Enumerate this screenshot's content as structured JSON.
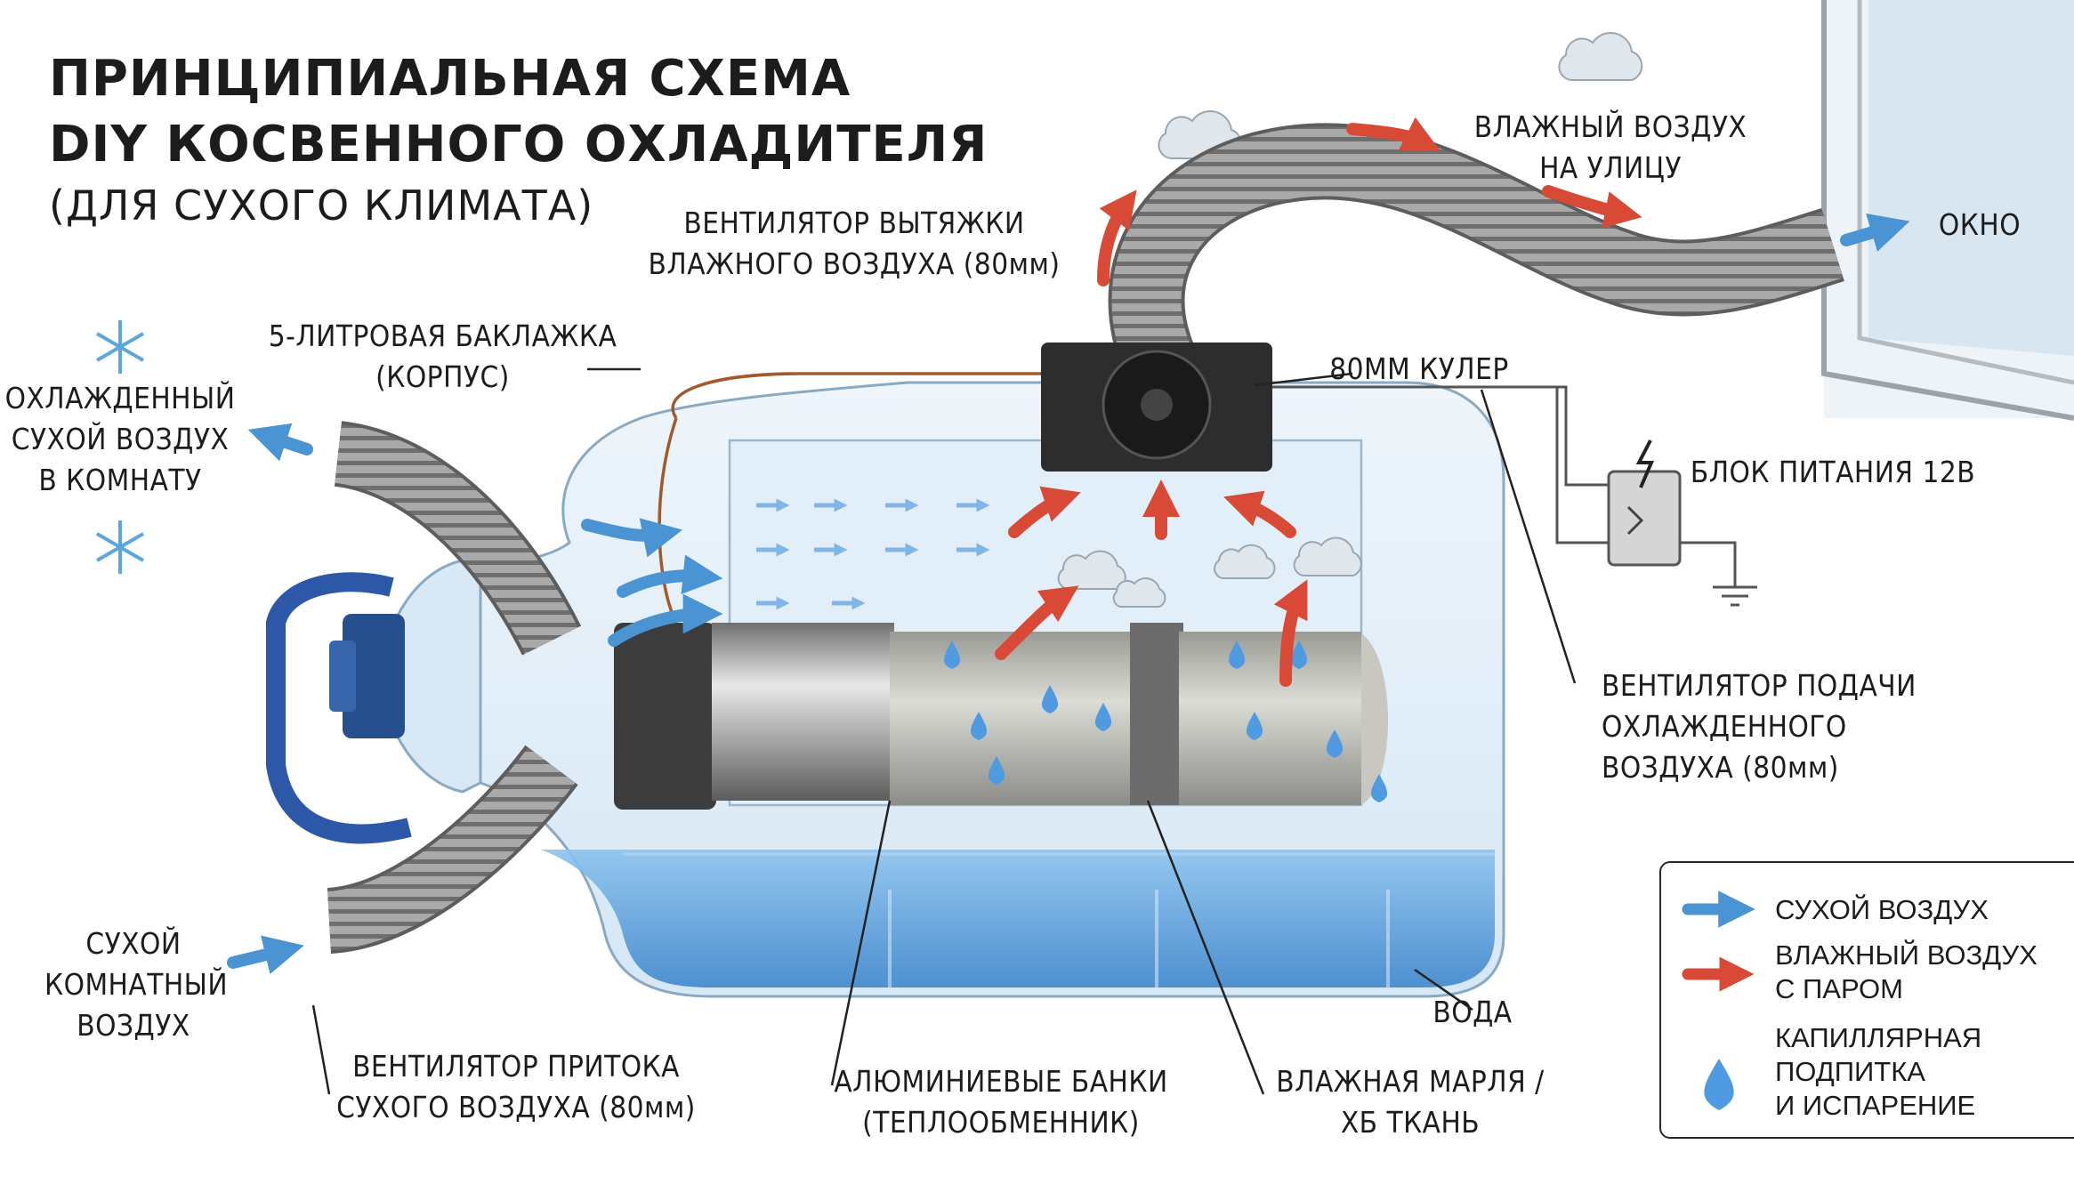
{
  "title": {
    "line1": "ПРИНЦИПИАЛЬНАЯ СХЕМА",
    "line2": "DIY КОСВЕННОГО ОХЛАДИТЕЛЯ",
    "line3": "(ДЛЯ СУХОГО КЛИМАТА)"
  },
  "labels": {
    "cooled_air": [
      "ОХЛАЖДЕННЫЙ",
      "СУХОЙ ВОЗДУХ",
      "В КОМНАТУ"
    ],
    "room_air": [
      "СУХОЙ",
      "КОМНАТНЫЙ",
      "ВОЗДУХ"
    ],
    "bottle": [
      "5-ЛИТРОВАЯ БАКЛАЖКА",
      "(КОРПУС)"
    ],
    "exhaust_fan": [
      "ВЕНТИЛЯТОР ВЫТЯЖКИ",
      "ВЛАЖНОГО ВОЗДУХА (80мм)"
    ],
    "humid_out": [
      "ВЛАЖНЫЙ ВОЗДУХ",
      "НА УЛИЦУ"
    ],
    "window": "ОКНО",
    "cooler": "80ММ КУЛЕР",
    "psu": "БЛОК ПИТАНИЯ 12В",
    "supply_fan": [
      "ВЕНТИЛЯТОР ПОДАЧИ",
      "ОХЛАЖДЕННОГО",
      "ВОЗДУХА (80мм)"
    ],
    "water": "ВОДА",
    "intake_fan": [
      "ВЕНТИЛЯТОР ПРИТОКА",
      "СУХОГО ВОЗДУХА (80мм)"
    ],
    "cans": [
      "АЛЮМИНИЕВЫЕ БАНКИ",
      "(ТЕПЛООБМЕННИК)"
    ],
    "gauze": [
      "ВЛАЖНАЯ МАРЛЯ /",
      "ХБ ТКАНЬ"
    ]
  },
  "legend": {
    "dry_air": "СУХОЙ ВОЗДУХ",
    "humid_air": [
      "ВЛАЖНЫЙ ВОЗДУХ",
      "С ПАРОМ"
    ],
    "capillary": [
      "КАПИЛЛЯРНАЯ",
      "ПОДПИТКА",
      "И ИСПАРЕНИЕ"
    ]
  },
  "colors": {
    "dry_arrow": "#4a94d4",
    "humid_arrow": "#d84a36",
    "water": "#5a9fdc",
    "drop": "#4f9ae0",
    "snowflake": "#5aa7dd"
  },
  "icons": [
    "snowflake-icon",
    "cloud-icon",
    "lightning-icon",
    "ground-icon",
    "water-drop-icon"
  ]
}
